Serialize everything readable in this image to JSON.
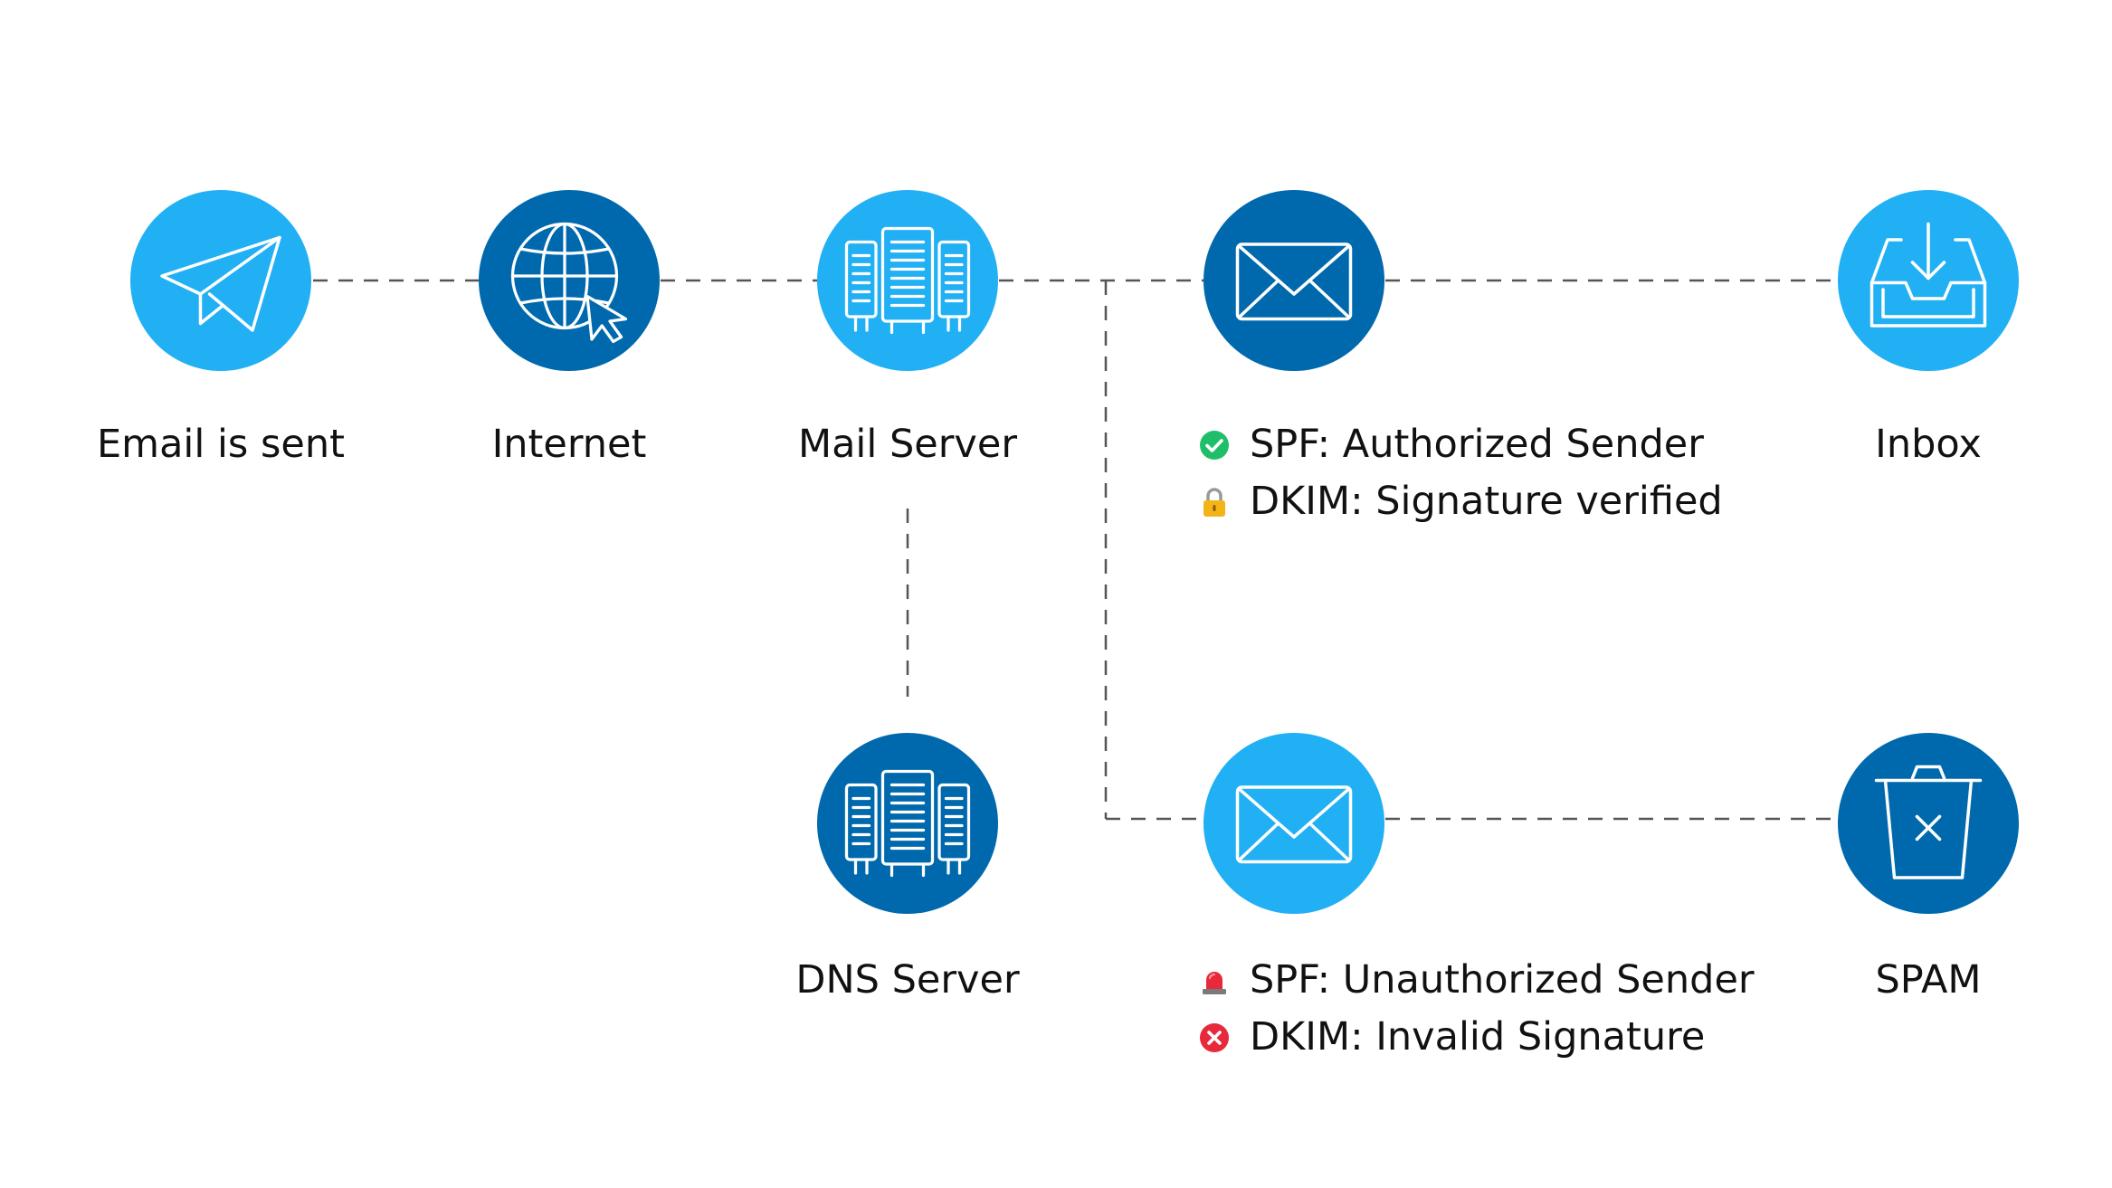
{
  "nodes": {
    "sent": {
      "label": "Email is sent",
      "icon": "paper-plane-icon",
      "color": "#22b0f4"
    },
    "internet": {
      "label": "Internet",
      "icon": "globe-cursor-icon",
      "color": "#0069ad"
    },
    "mail_server": {
      "label": "Mail Server",
      "icon": "server-rack-icon",
      "color": "#22b0f4"
    },
    "verified_mail": {
      "icon": "envelope-icon",
      "color": "#0069ad"
    },
    "inbox": {
      "label": "Inbox",
      "icon": "inbox-tray-icon",
      "color": "#22b0f4"
    },
    "dns_server": {
      "label": "DNS Server",
      "icon": "server-rack-icon",
      "color": "#0069ad"
    },
    "rejected_mail": {
      "icon": "envelope-icon",
      "color": "#22b0f4"
    },
    "spam": {
      "label": "SPAM",
      "icon": "trash-x-icon",
      "color": "#0069ad"
    }
  },
  "checks": {
    "pass": [
      {
        "text": "SPF: Authorized Sender",
        "icon": "green-check-icon"
      },
      {
        "text": "DKIM: Signature verified",
        "icon": "lock-icon"
      }
    ],
    "fail": [
      {
        "text": "SPF: Unauthorized Sender",
        "icon": "red-siren-icon"
      },
      {
        "text": "DKIM: Invalid Signature",
        "icon": "red-x-icon"
      }
    ]
  },
  "colors": {
    "light_blue": "#22b0f4",
    "dark_blue": "#0069ad",
    "connector": "#555555",
    "pass_green": "#1fbf6a",
    "fail_red": "#e8293b",
    "lock_gold": "#f3b418"
  }
}
